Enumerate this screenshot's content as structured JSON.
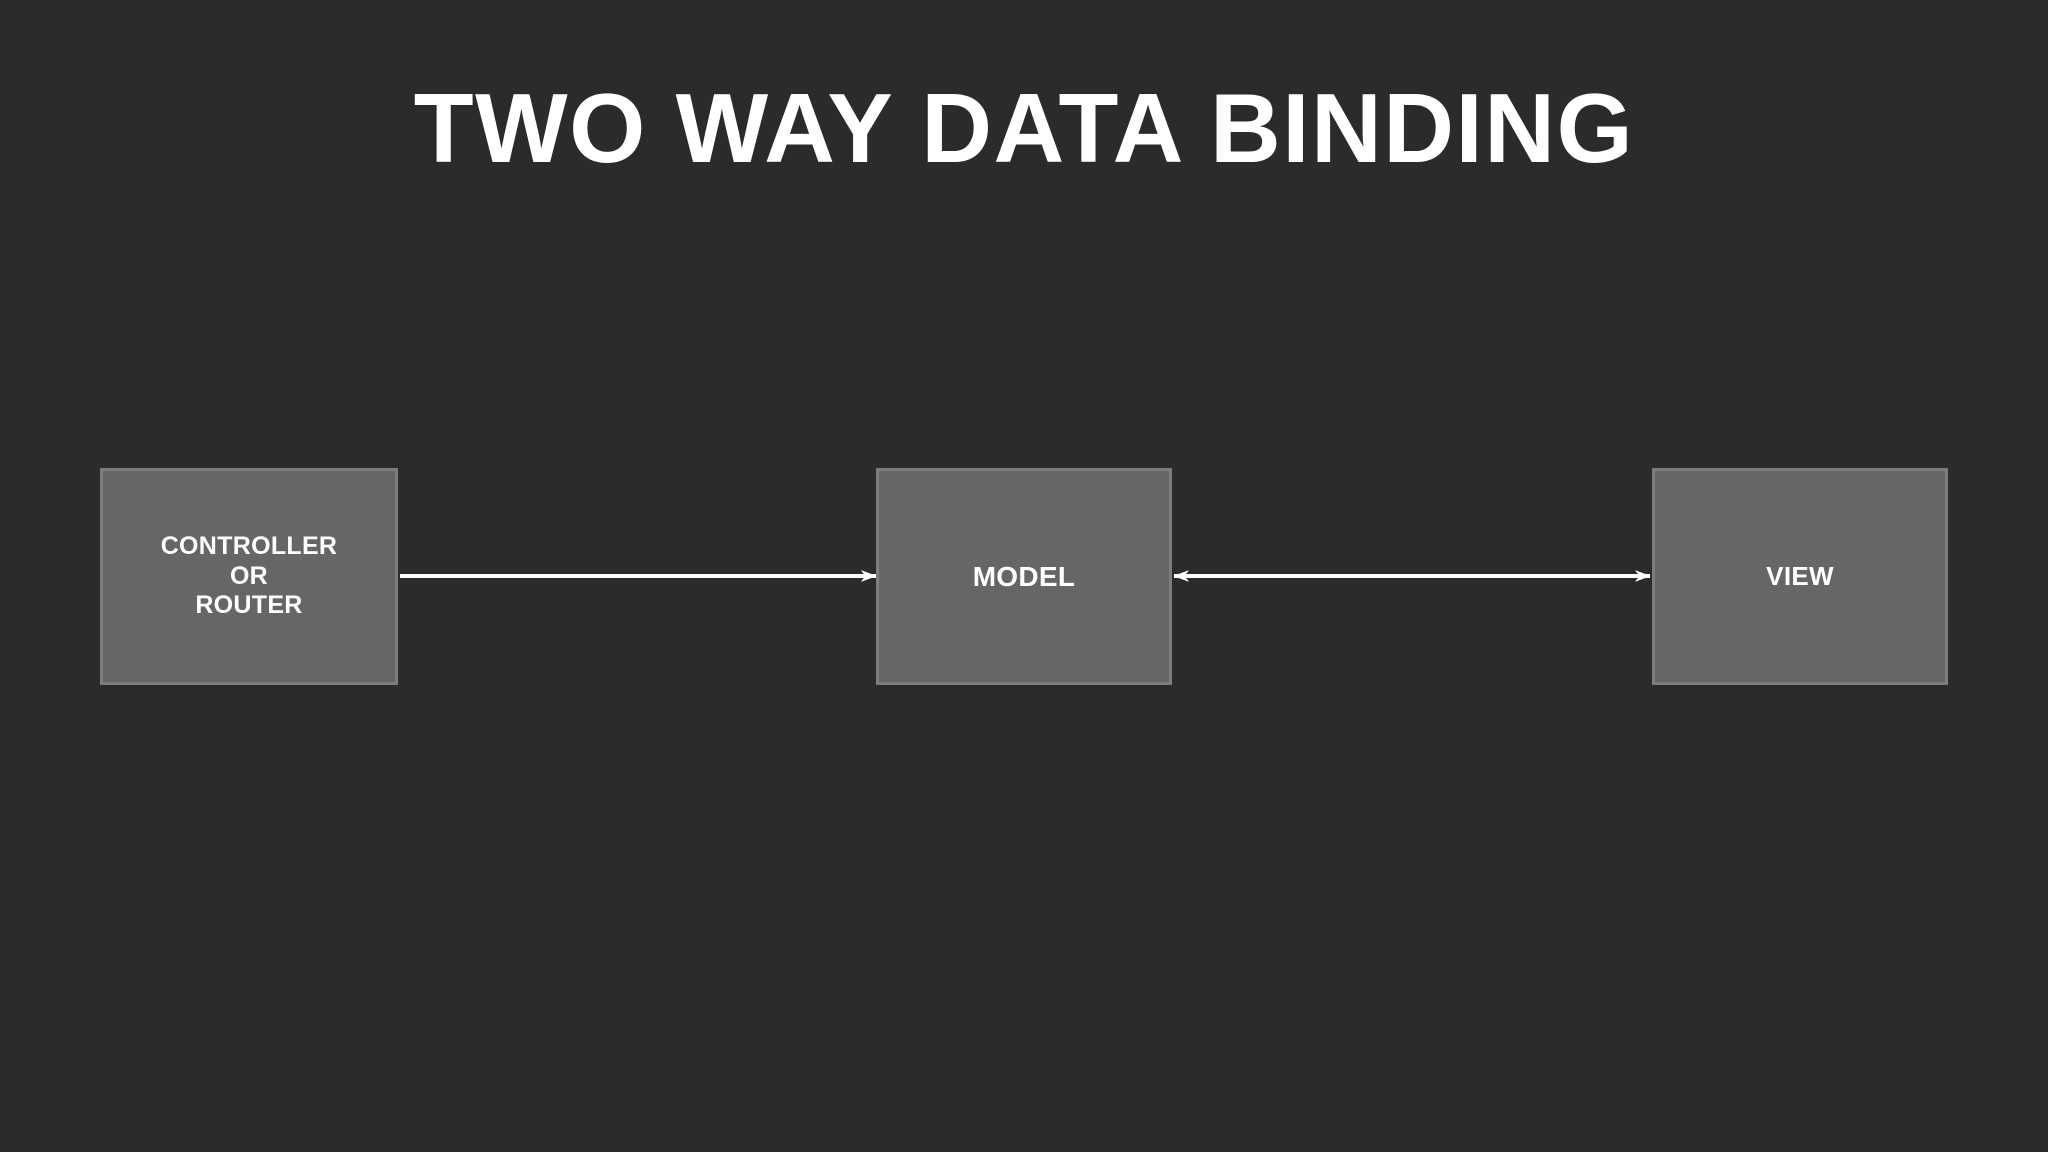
{
  "slide": {
    "background_color": "#2b2b2b",
    "title": "TWO WAY DATA BINDING",
    "title_color": "#ffffff"
  },
  "diagram": {
    "type": "flow-diagram",
    "node_fill_color": "#666666",
    "node_border_color": "#7d7d7d",
    "node_text_color": "#ffffff",
    "connector_color": "#ffffff",
    "nodes": [
      {
        "id": "controller",
        "label": "CONTROLLER\nOR\nROUTER",
        "line1": "CONTROLLER",
        "line2": "OR",
        "line3": "ROUTER"
      },
      {
        "id": "model",
        "label": "MODEL",
        "line1": "MODEL"
      },
      {
        "id": "view",
        "label": "VIEW",
        "line1": "VIEW"
      }
    ],
    "connectors": [
      {
        "id": "controller-to-model",
        "from": "controller",
        "to": "model",
        "direction": "one-way",
        "arrowheads": "end"
      },
      {
        "id": "model-to-view",
        "from": "model",
        "to": "view",
        "direction": "two-way",
        "arrowheads": "both"
      }
    ]
  }
}
